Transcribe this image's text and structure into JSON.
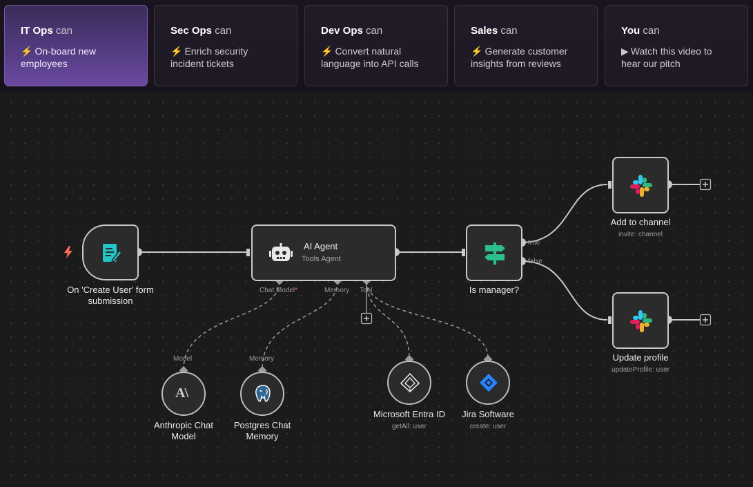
{
  "tabs": [
    {
      "team": "IT Ops",
      "can": "can",
      "symbol": "⚡",
      "desc": "On-board new employees",
      "active": true
    },
    {
      "team": "Sec Ops",
      "can": "can",
      "symbol": "⚡",
      "desc": "Enrich security incident tickets",
      "active": false
    },
    {
      "team": "Dev Ops",
      "can": "can",
      "symbol": "⚡",
      "desc": "Convert natural language into API calls",
      "active": false
    },
    {
      "team": "Sales",
      "can": "can",
      "symbol": "⚡",
      "desc": "Generate customer insights from reviews",
      "active": false
    },
    {
      "team": "You",
      "can": "can",
      "symbol": "▶",
      "desc": "Watch this video to hear our pitch",
      "active": false
    }
  ],
  "workflow": {
    "trigger": {
      "label": "On 'Create User' form submission",
      "icon": "form-icon",
      "badge_icon": "lightning-icon"
    },
    "agent": {
      "title": "AI Agent",
      "subtitle": "Tools Agent",
      "icon": "robot-icon",
      "ports": {
        "chat_model": "Chat Model",
        "chat_model_required": "*",
        "memory": "Memory",
        "tool": "Tool"
      }
    },
    "condition": {
      "label": "Is manager?",
      "icon": "signpost-icon",
      "true_label": "true",
      "false_label": "false"
    },
    "slack_add": {
      "label": "Add to channel",
      "sub": "invite: channel",
      "icon": "slack-icon"
    },
    "slack_update": {
      "label": "Update profile",
      "sub": "updateProfile: user",
      "icon": "slack-icon"
    },
    "anthropic": {
      "label_line1": "Anthropic Chat",
      "label_line2": "Model",
      "port": "Model",
      "logo_text": "A\\"
    },
    "postgres": {
      "label_line1": "Postgres Chat",
      "label_line2": "Memory",
      "port": "Memory",
      "icon": "elephant-icon"
    },
    "entra": {
      "label": "Microsoft Entra ID",
      "sub": "getAll: user",
      "icon": "entra-icon"
    },
    "jira": {
      "label": "Jira Software",
      "sub": "create: user",
      "icon": "jira-icon"
    }
  },
  "colors": {
    "active_tab": "#5a3f8a",
    "canvas_bg": "#1b1b1b",
    "node_bg": "#2b2b2b",
    "node_border": "#c9c9c9",
    "form_icon": "#24c5c5",
    "signpost_icon": "#2dbe8e",
    "lightning": "#ff6d5a",
    "jira_blue": "#2684ff"
  }
}
